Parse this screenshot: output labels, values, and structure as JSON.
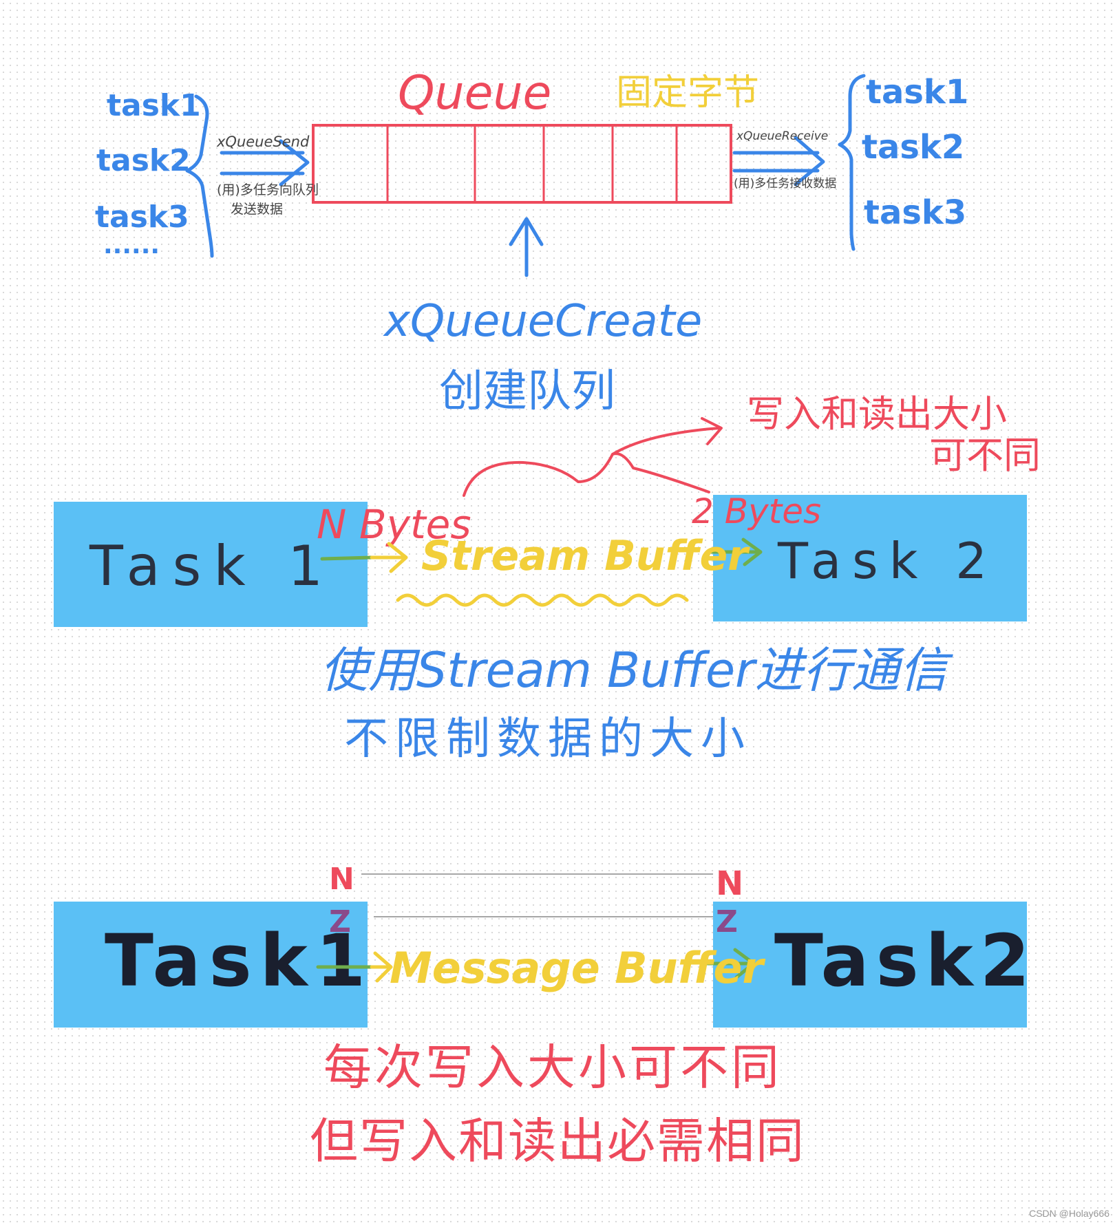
{
  "queue_section": {
    "title": "Queue",
    "title_note": "固定字节",
    "left_tasks": [
      "task1",
      "task2",
      "task3"
    ],
    "left_ellipsis": "......",
    "send_label": "xQueueSend",
    "send_note_line1": "(用)多任务向队列",
    "send_note_line2": "发送数据",
    "receive_label": "xQueueReceive",
    "receive_note": "(用)多任务接收数据",
    "right_tasks": [
      "task1",
      "task2",
      "task3"
    ],
    "create_label": "xQueueCreate",
    "create_note": "创建队列"
  },
  "stream_section": {
    "task1": "Task 1",
    "task2": "Task 2",
    "buffer": "Stream Buffer",
    "in_bytes": "N Bytes",
    "out_bytes": "2 Bytes",
    "size_note_line1": "写入和读出大小",
    "size_note_line2": "可不同",
    "desc_line1": "使用Stream Buffer进行通信",
    "desc_line2": "不限制数据的大小"
  },
  "message_section": {
    "task1": "Task1",
    "task2": "Task2",
    "buffer": "Message Buffer",
    "in_n": "N",
    "in_z": "Z",
    "out_n": "N",
    "out_z": "Z",
    "desc_line1": "每次写入大小可不同",
    "desc_line2": "但写入和读出必需相同"
  },
  "watermark": "CSDN @Holay666",
  "colors": {
    "blue": "#3a86e8",
    "red": "#ee4a5c",
    "yellow": "#f2cf3a",
    "green": "#6fae4c",
    "task_box": "#5bc0f5",
    "dark_text": "#1a1f2e"
  }
}
